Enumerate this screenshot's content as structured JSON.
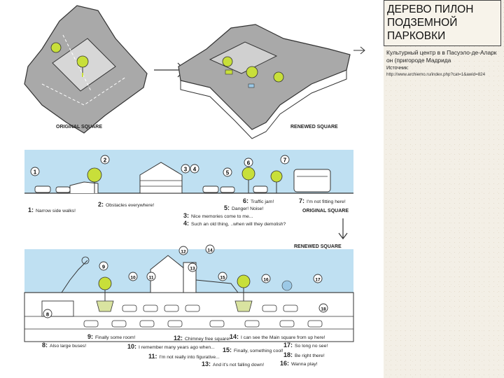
{
  "title": "ДЕРЕВО ПИЛОН\nПОДЗЕМНОЙ\nПАРКОВКИ",
  "description": "Культурный центр в в Пасуэло-де-Аларкон (пригороде Мадрида",
  "source_label": "Источник:",
  "source_url": "http://www.archiemo.ru/index.php?cat=1&awid=824",
  "top_labels": {
    "original": "ORIGINAL SQUARE",
    "renewed": "RENEWED SQUARE"
  },
  "section_labels": {
    "original": "ORIGINAL SQUARE",
    "renewed": "RENEWED SQUARE"
  },
  "original_markers": [
    "1",
    "2",
    "3",
    "4",
    "5",
    "6",
    "7"
  ],
  "renewed_markers": [
    "8",
    "9",
    "10",
    "11",
    "12",
    "13",
    "14",
    "15",
    "16",
    "17",
    "18"
  ],
  "original_legend": [
    {
      "num": "1:",
      "text": "Narrow side walks!"
    },
    {
      "num": "2:",
      "text": "Obstacles everywhere!"
    },
    {
      "num": "3:",
      "text": "Nice memories come to me..."
    },
    {
      "num": "4:",
      "text": "Such an old thing, ..when will they demolish?"
    },
    {
      "num": "5:",
      "text": "Danger! Noise!"
    },
    {
      "num": "6:",
      "text": "Traffic jam!"
    },
    {
      "num": "7:",
      "text": "I'm not fitting here!"
    }
  ],
  "renewed_legend": [
    {
      "num": "8:",
      "text": "Also large buses!"
    },
    {
      "num": "9:",
      "text": "Finally some room!"
    },
    {
      "num": "10:",
      "text": "I remember many years ago when..."
    },
    {
      "num": "11:",
      "text": "I'm not really into figurative..."
    },
    {
      "num": "12:",
      "text": "Chimney free square!"
    },
    {
      "num": "13:",
      "text": "And it's not falling down!"
    },
    {
      "num": "14:",
      "text": "I can see the Main square from up here!"
    },
    {
      "num": "15:",
      "text": "Finally, something cool!"
    },
    {
      "num": "16:",
      "text": "Wanna play!"
    },
    {
      "num": "17:",
      "text": "So long no see!"
    },
    {
      "num": "18:",
      "text": "Be right there!"
    }
  ],
  "colors": {
    "sky": "#bfe0f2",
    "tree": "#c8df3a",
    "ink": "#333333",
    "square_gray": "#a9a9a9",
    "sidebar_bg": "#f3efe6"
  }
}
